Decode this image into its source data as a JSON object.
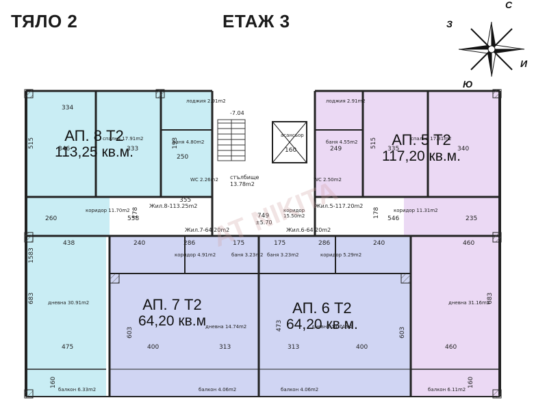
{
  "header": {
    "building": "ТЯЛО 2",
    "floor": "ЕТАЖ 3"
  },
  "compass": {
    "north": "С",
    "west": "З",
    "east": "И",
    "south": "Ю"
  },
  "apartments": [
    {
      "id": "ap8",
      "name": "АП. 8 Т2",
      "area": "113,25 кв.м.",
      "color": "#bfeaf2"
    },
    {
      "id": "ap5",
      "name": "АП. 5 Т2",
      "area": "117,20 кв.м.",
      "color": "#e7d2f2"
    },
    {
      "id": "ap7",
      "name": "АП. 7 Т2",
      "area": "64,20 кв.м",
      "color": "#cbd0f2"
    },
    {
      "id": "ap6",
      "name": "АП. 6 Т2",
      "area": "64,20 кв.м.",
      "color": "#cbd0f2"
    }
  ],
  "labels": {
    "zh8": "Жил.8-113.25m2",
    "zh5": "Жил.5-117.20m2",
    "zh7": "Жил.7-64.20m2",
    "zh6": "Жил.6-64.20m2",
    "stair": "стълбище",
    "stair_area": "13.78m2",
    "elevator": "асансьор",
    "corr": "коридор",
    "corr_area": "15.50m2",
    "level": "±5.70",
    "level2": "-7.04",
    "dim_749": "749",
    "dim_160": "160"
  },
  "dims": {
    "d334": "334",
    "d346": "346",
    "d333": "333",
    "d515a": "515",
    "d193": "193",
    "d250": "250",
    "d335": "335",
    "d340": "340",
    "d515b": "515",
    "d249": "249",
    "d558": "558",
    "d260": "260",
    "d546": "546",
    "d235": "235",
    "d438": "438",
    "d460a": "460",
    "d240a": "240",
    "d286a": "286",
    "d175a": "175",
    "d175b": "175",
    "d286b": "286",
    "d240b": "240",
    "d1583": "1583",
    "d683a": "683",
    "d683b": "683",
    "d475": "475",
    "d400a": "400",
    "d313a": "313",
    "d313b": "313",
    "d400b": "400",
    "d460b": "460",
    "d603a": "603",
    "d603b": "603",
    "d473": "473",
    "d160a": "160",
    "d160b": "160",
    "d355": "355",
    "d178a": "178",
    "d178b": "178"
  },
  "rooms": {
    "living8": "дневна 30.91m2",
    "living5": "дневна 31.16m2",
    "living7": "дневна 14.74m2",
    "living6": "дневна 14.74m2",
    "bath8": "баня 4.80m2",
    "bath5": "баня 4.55m2",
    "balcony8": "балкон 6.33m2",
    "balcony5": "балкон 6.11m2",
    "balcony7": "балкон 4.06m2",
    "balcony6": "балкон 4.06m2",
    "loggia8": "лоджия 2.91m2",
    "loggia5": "лоджия 2.91m2",
    "wc8": "WC 2.26m2",
    "wc5": "WC 2.50m2",
    "corr8": "коридор 11.70m2",
    "corr5": "коридор 11.31m2",
    "bed8": "спалня 17.91m2",
    "bed5": "спалня 17.31m2",
    "corr7": "коридор 4.91m2",
    "corr6": "коридор 5.29m2",
    "bath7": "баня 3.23m2",
    "bath6": "баня 3.23m2"
  },
  "watermark": "AT NIKITA"
}
